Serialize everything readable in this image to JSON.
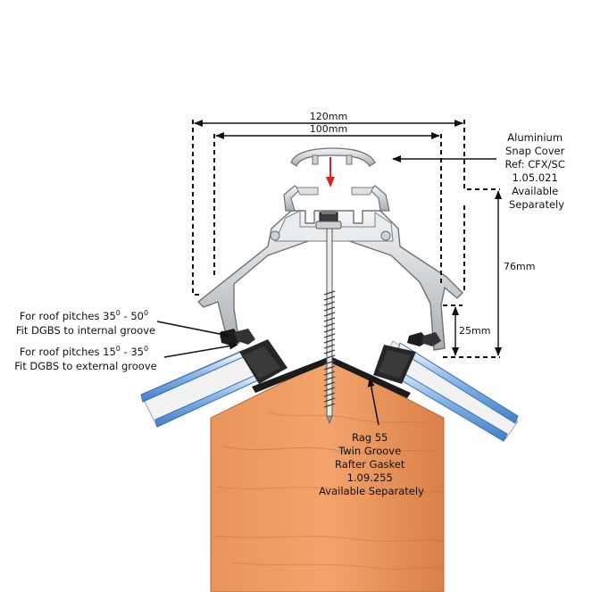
{
  "dimensions": {
    "outer_width": "120mm",
    "inner_width": "100mm",
    "height": "76mm",
    "lower_height": "25mm"
  },
  "snap_cover_label": [
    "Aluminium",
    "Snap Cover",
    "Ref: CFX/SC",
    "1.05.021",
    "Available",
    "Separately"
  ],
  "pitch_internal": {
    "line1_pre": "For roof pitches 35",
    "line1_sup1": "0",
    "line1_mid": " - 50",
    "line1_sup2": "0",
    "line2": "Fit DGBS to internal groove"
  },
  "pitch_external": {
    "line1_pre": "For roof pitches 15",
    "line1_sup1": "0",
    "line1_mid": " - 35",
    "line1_sup2": "0",
    "line2": "Fit DGBS to external groove"
  },
  "gasket_label": [
    "Rag 55",
    "Twin Groove",
    "Rafter Gasket",
    "1.09.255",
    "Available Separately"
  ],
  "colors": {
    "timber": "#d9864f",
    "timber_light": "#eea06a",
    "aluminium": "#d8dadc",
    "glazing": "#6aa0dc",
    "foam": "#2a2a2a",
    "arrow_red": "#e02020"
  }
}
